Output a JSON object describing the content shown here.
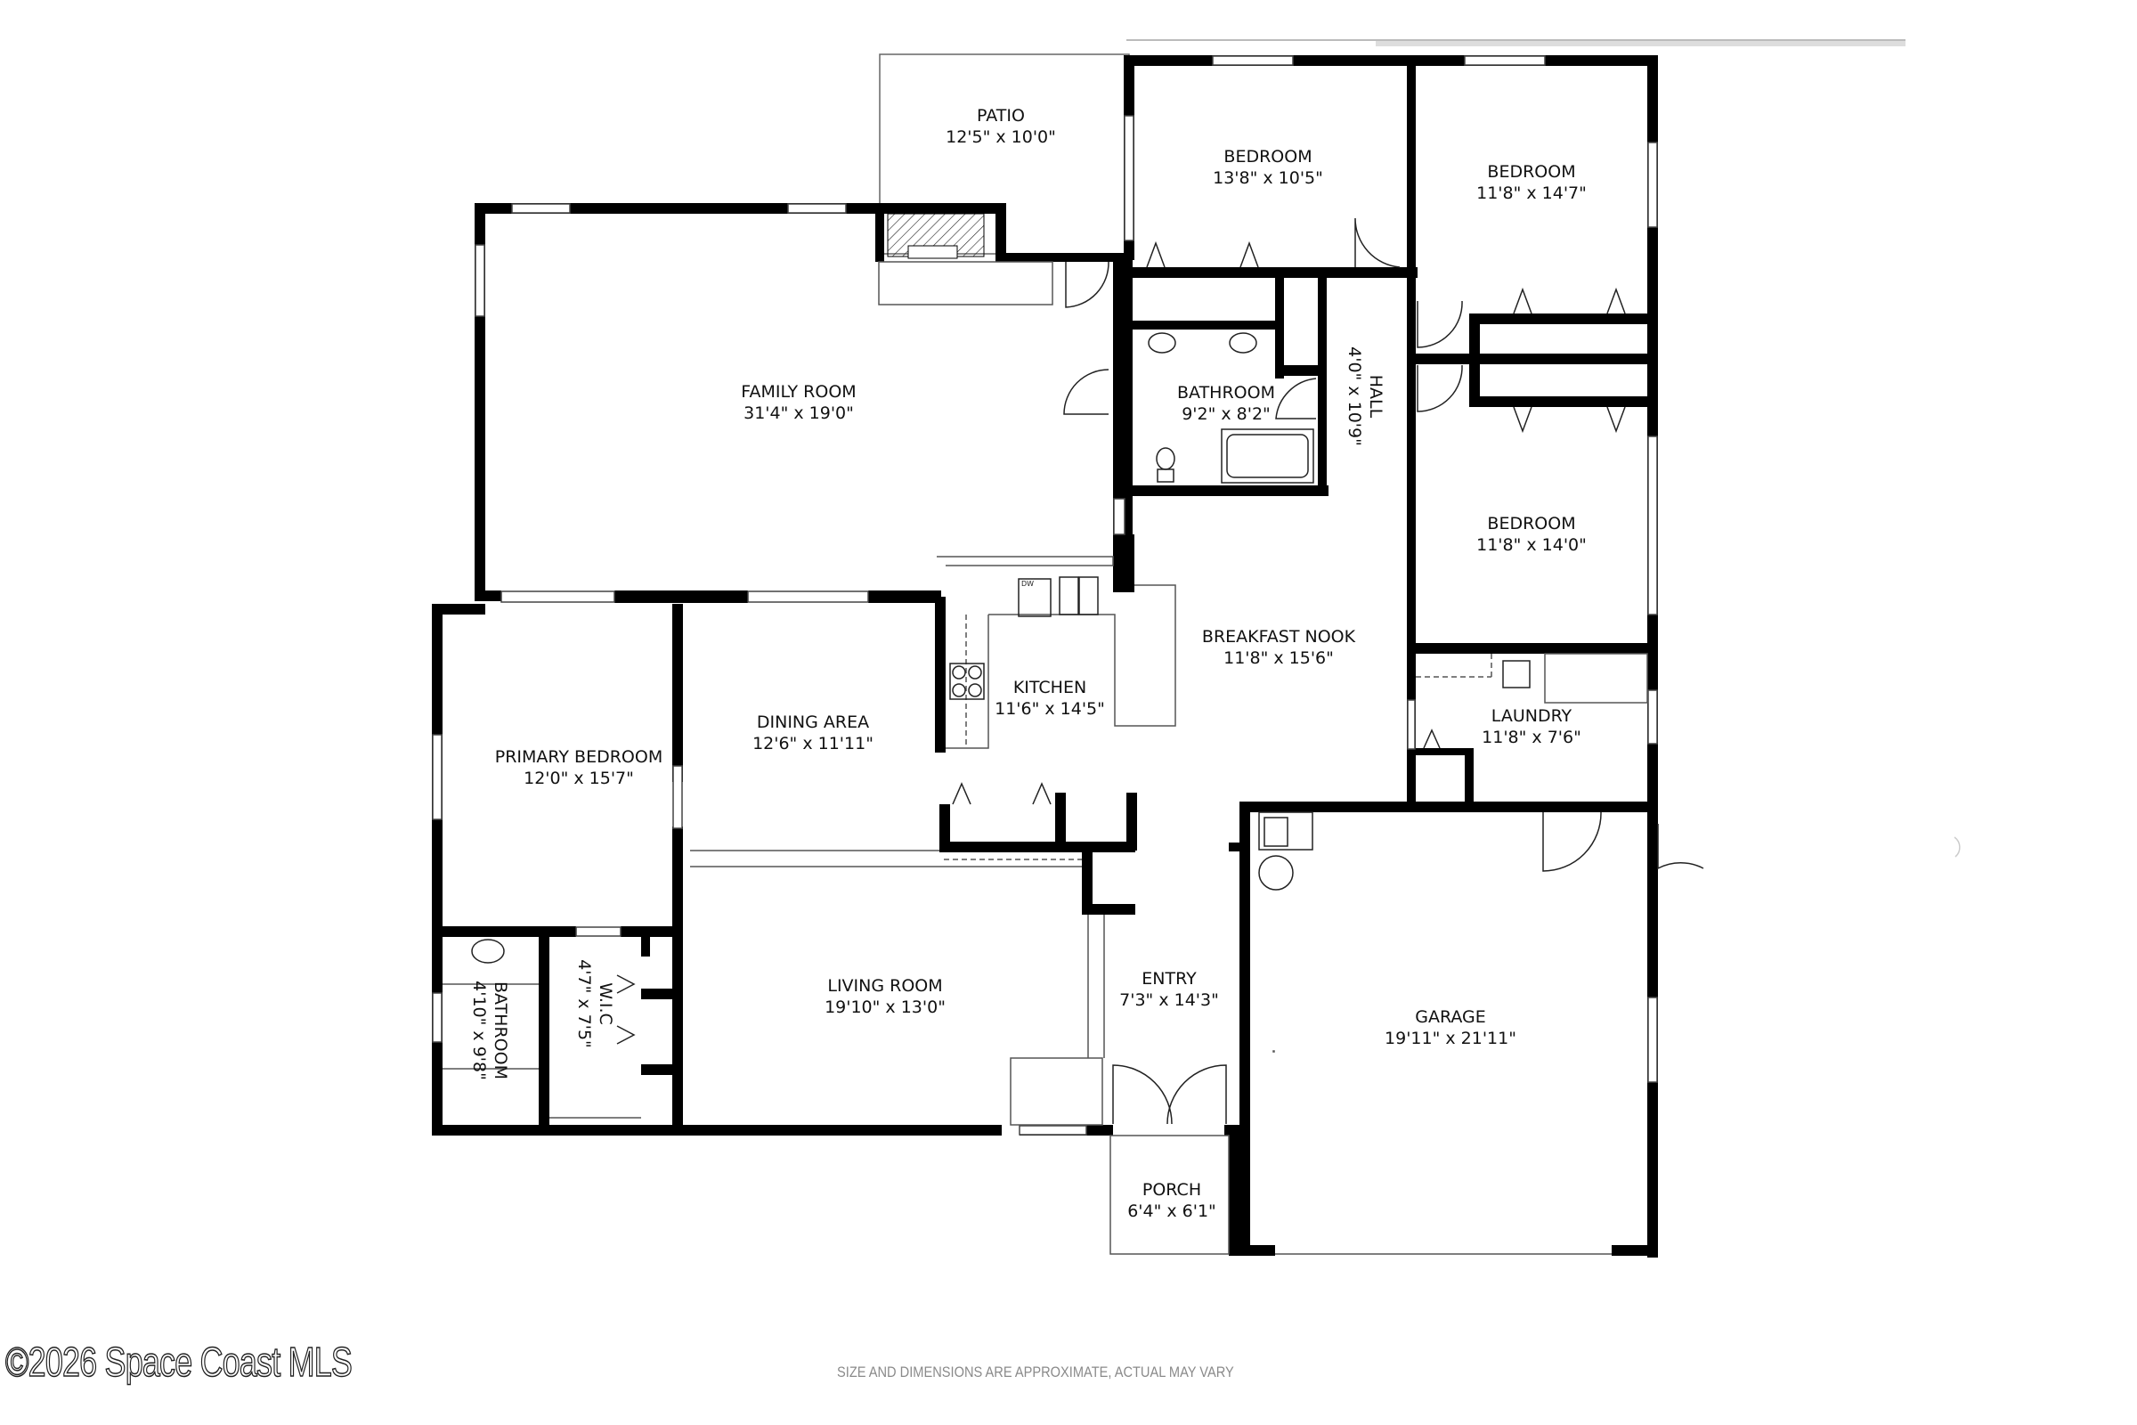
{
  "floorplan": {
    "rooms": [
      {
        "id": "patio",
        "name": "PATIO",
        "dims": "12'5\" x 10'0\""
      },
      {
        "id": "bedroom-1",
        "name": "BEDROOM",
        "dims": "13'8\" x 10'5\""
      },
      {
        "id": "bedroom-2",
        "name": "BEDROOM",
        "dims": "11'8\" x 14'7\""
      },
      {
        "id": "family-room",
        "name": "FAMILY ROOM",
        "dims": "31'4\" x 19'0\""
      },
      {
        "id": "bathroom-hall",
        "name": "BATHROOM",
        "dims": "9'2\" x 8'2\""
      },
      {
        "id": "hall",
        "name": "HALL",
        "dims": "4'0\" x 10'9\""
      },
      {
        "id": "bedroom-3",
        "name": "BEDROOM",
        "dims": "11'8\" x 14'0\""
      },
      {
        "id": "breakfast-nook",
        "name": "BREAKFAST NOOK",
        "dims": "11'8\" x 15'6\""
      },
      {
        "id": "kitchen",
        "name": "KITCHEN",
        "dims": "11'6\" x 14'5\""
      },
      {
        "id": "laundry",
        "name": "LAUNDRY",
        "dims": "11'8\" x 7'6\""
      },
      {
        "id": "dining-area",
        "name": "DINING AREA",
        "dims": "12'6\" x 11'11\""
      },
      {
        "id": "primary-bedroom",
        "name": "PRIMARY BEDROOM",
        "dims": "12'0\" x 15'7\""
      },
      {
        "id": "living-room",
        "name": "LIVING ROOM",
        "dims": "19'10\" x 13'0\""
      },
      {
        "id": "entry",
        "name": "ENTRY",
        "dims": "7'3\" x 14'3\""
      },
      {
        "id": "garage",
        "name": "GARAGE",
        "dims": "19'11\" x 21'11\""
      },
      {
        "id": "bathroom-primary",
        "name": "BATHROOM",
        "dims": "4'10\" x 9'8\""
      },
      {
        "id": "wic",
        "name": "W.I.C",
        "dims": "4'7\" x 7'5\""
      },
      {
        "id": "porch",
        "name": "PORCH",
        "dims": "6'4\" x 6'1\""
      }
    ],
    "fixtures": {
      "dishwasher_label": "DW"
    }
  },
  "footer": {
    "copyright": "©2026 Space Coast MLS",
    "disclaimer": "SIZE AND DIMENSIONS ARE APPROXIMATE, ACTUAL MAY VARY"
  },
  "colors": {
    "wall": "#000000",
    "thin_line": "#555555",
    "background": "#ffffff",
    "disclaimer_text": "#8a8a8a"
  }
}
